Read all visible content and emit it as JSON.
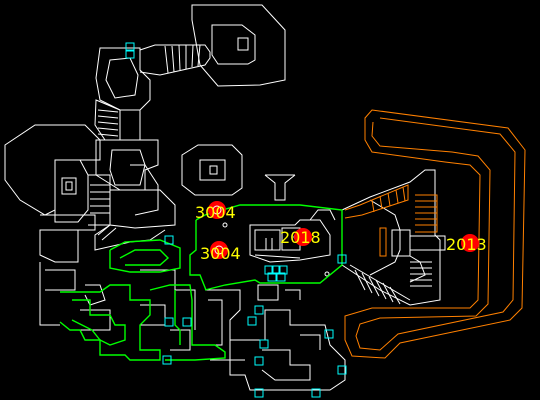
{
  "map": {
    "background": "#000000",
    "colors": {
      "walls": "#ffffff",
      "zone_green": "#00ff00",
      "zone_orange": "#ff8000",
      "doors": "#00ffff",
      "markers": "#ff0000",
      "labels": "#ffff00"
    },
    "labels": [
      "3004",
      "3004",
      "2018",
      "2013"
    ]
  }
}
